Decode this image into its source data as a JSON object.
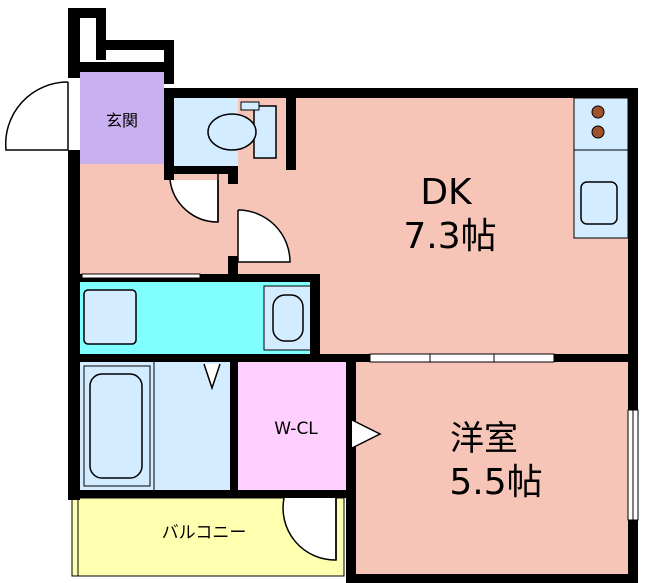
{
  "rooms": {
    "entrance": "玄関",
    "dk_name": "DK",
    "dk_size": "7.3帖",
    "western_name": "洋室",
    "western_size": "5.5帖",
    "closet": "W-CL",
    "balcony": "バルコニー"
  },
  "colors": {
    "dk_floor": "#f7c5b8",
    "entrance_floor": "#c9b0f0",
    "wet_area": "#d4ecff",
    "utility_bar": "#80ffff",
    "closet_floor": "#ffd0ff",
    "balcony_floor": "#ffffb0",
    "stove_burner": "#a0522d",
    "wall": "#000000"
  }
}
